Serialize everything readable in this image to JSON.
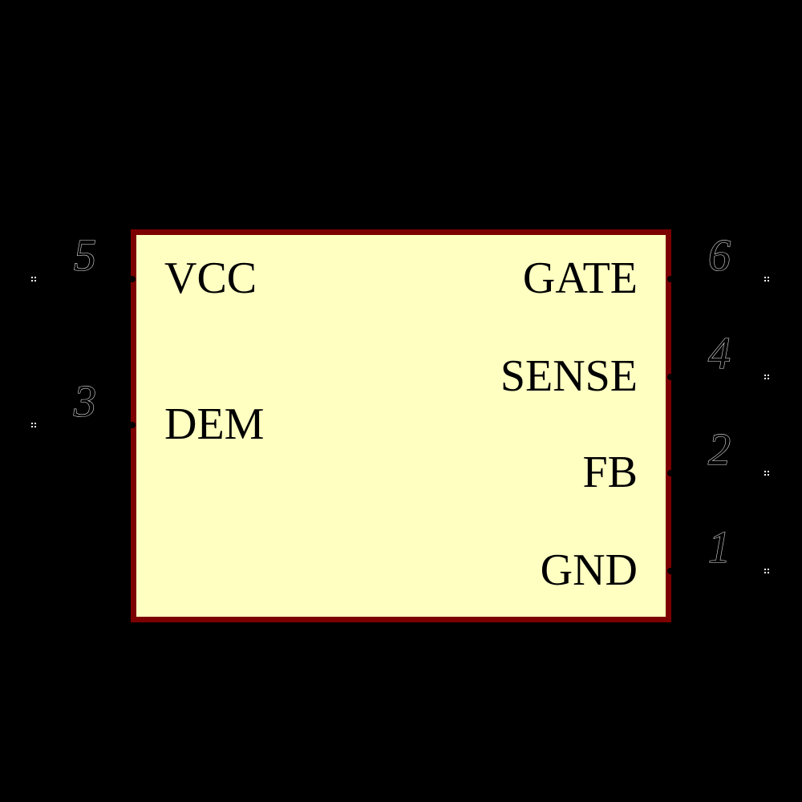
{
  "canvas": {
    "background": "#000000"
  },
  "symbol": {
    "body": {
      "fill": "#FFFFC2",
      "border_color": "#7D0000"
    },
    "label_color": "#000000",
    "pin_number_outline": "#E8E8E8",
    "marker_color": "#FFFFFF",
    "pins_left": [
      {
        "number": "5",
        "label": "VCC"
      },
      {
        "number": "3",
        "label": "DEM"
      }
    ],
    "pins_right": [
      {
        "number": "6",
        "label": "GATE"
      },
      {
        "number": "4",
        "label": "SENSE"
      },
      {
        "number": "2",
        "label": "FB"
      },
      {
        "number": "1",
        "label": "GND"
      }
    ]
  }
}
